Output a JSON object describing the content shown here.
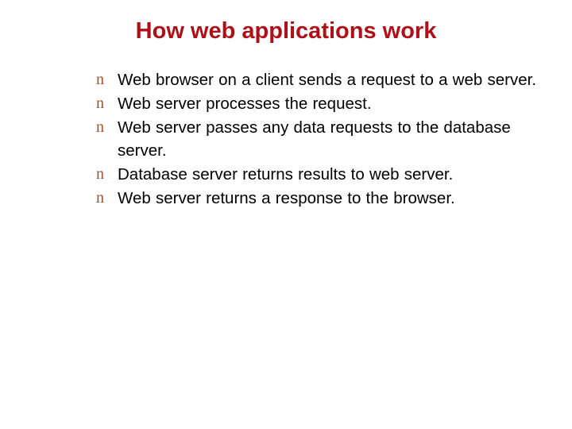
{
  "slide": {
    "title": "How web applications work",
    "title_color": "#AE1017",
    "background_color": "#FFFFFF",
    "body_text_color": "#000000",
    "bullet_marker_color": "#9A5338",
    "bullet_glyph": "n",
    "bullets": [
      {
        "marker": "n",
        "text": "Web browser on a client sends a request to a web server."
      },
      {
        "marker": "n",
        "text": "Web server processes the request."
      },
      {
        "marker": "n",
        "text": "Web server passes any data requests to the database server."
      },
      {
        "marker": "n",
        "text": "Database server returns results to web server."
      },
      {
        "marker": "n",
        "text": "Web server returns a response to the browser."
      }
    ]
  }
}
